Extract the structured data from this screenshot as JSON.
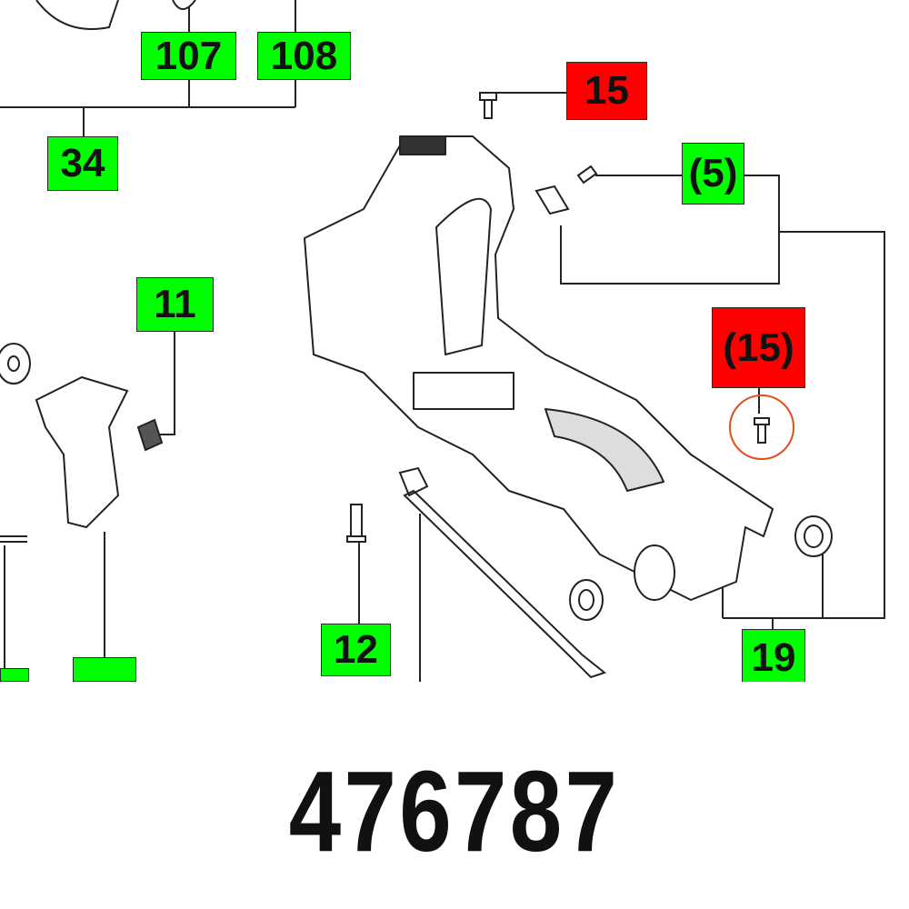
{
  "callouts": {
    "c107": "107",
    "c108": "108",
    "c34": "34",
    "c15": "15",
    "c5": "(5)",
    "c11": "11",
    "c15_paren": "(15)",
    "c12": "12",
    "c19": "19"
  },
  "part_number": "476787",
  "colors": {
    "callout_green": "#00ff00",
    "callout_red": "#ff0000",
    "highlight_circle": "#e0501e"
  }
}
